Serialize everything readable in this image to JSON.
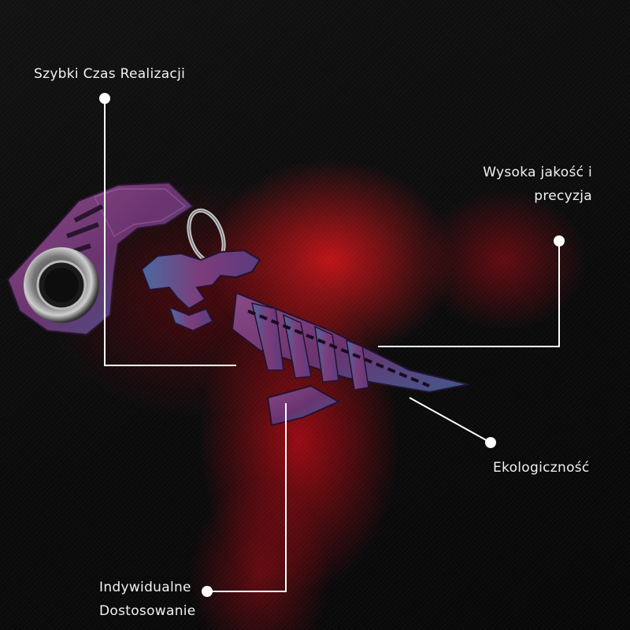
{
  "callouts": {
    "fast_time": "Szybki Czas Realizacji",
    "quality_line1": "Wysoka jakość i",
    "quality_line2": "precyzja",
    "eco": "Ekologiczność",
    "custom_line1": "Indywidualne",
    "custom_line2": "Dostosowanie"
  },
  "colors": {
    "background": "#0b0b0c",
    "smoke": "#d4141b",
    "callout_line": "#ffffff",
    "product_purple": "#7a3a78",
    "product_blue": "#3d5a8a"
  },
  "product": {
    "description_icon": "dinosaur-skeleton-keychain-fidget-spinner"
  }
}
